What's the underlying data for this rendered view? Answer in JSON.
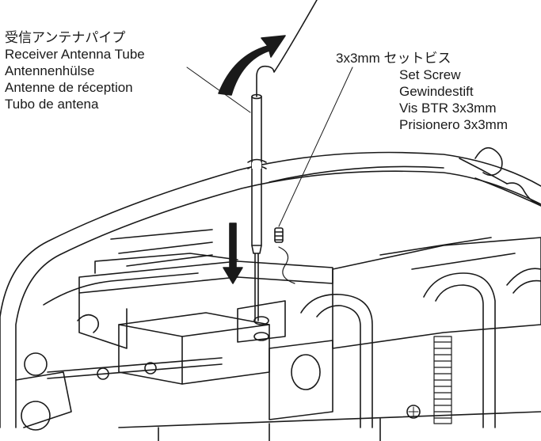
{
  "labels": {
    "antenna_tube": {
      "ja": "受信アンテナパイプ",
      "en": "Receiver Antenna Tube",
      "de": "Antennenhülse",
      "fr": "Antenne de réception",
      "es": "Tubo de antena"
    },
    "set_screw": {
      "ja": "3x3mm セットビス",
      "en": "Set Screw",
      "de": "Gewindestift",
      "fr": "Vis BTR 3x3mm",
      "es": "Prisionero 3x3mm"
    }
  },
  "colors": {
    "line": "#1a1a1a",
    "background": "#ffffff"
  }
}
